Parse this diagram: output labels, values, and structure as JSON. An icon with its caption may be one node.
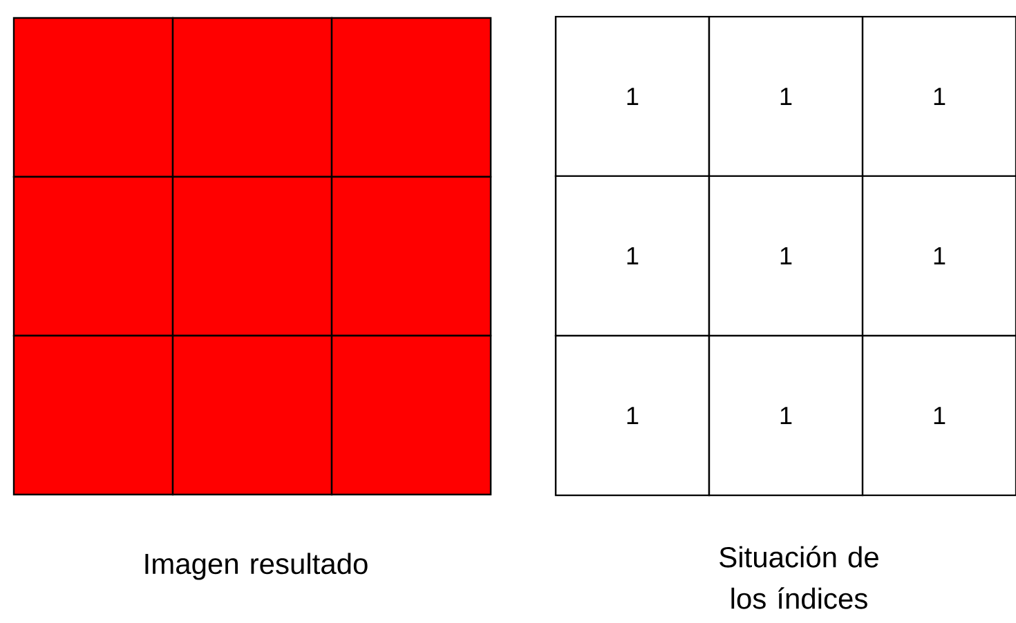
{
  "diagram": {
    "nodes": [
      {
        "text": [],
        "shape": "box"
      },
      {
        "text": [],
        "shape": "box"
      },
      {
        "text": [],
        "shape": "box"
      },
      {
        "text": [],
        "shape": "box"
      },
      {
        "text": [],
        "shape": "box"
      },
      {
        "text": [],
        "shape": "box"
      },
      {
        "text": [],
        "shape": "box"
      },
      {
        "text": [],
        "shape": "box"
      },
      {
        "text": [],
        "shape": "box"
      },
      {
        "text": [
          "1"
        ]
      },
      {
        "text": [
          "1"
        ]
      },
      {
        "text": [
          "1"
        ]
      },
      {
        "text": [
          "1"
        ]
      },
      {
        "text": [
          "1"
        ]
      },
      {
        "text": [
          "1"
        ]
      },
      {
        "text": [
          "1"
        ]
      },
      {
        "text": [
          "1"
        ]
      },
      {
        "text": [
          "1"
        ]
      }
    ],
    "labels": [
      "Imagen resultado",
      "Situación de los índices"
    ]
  }
}
